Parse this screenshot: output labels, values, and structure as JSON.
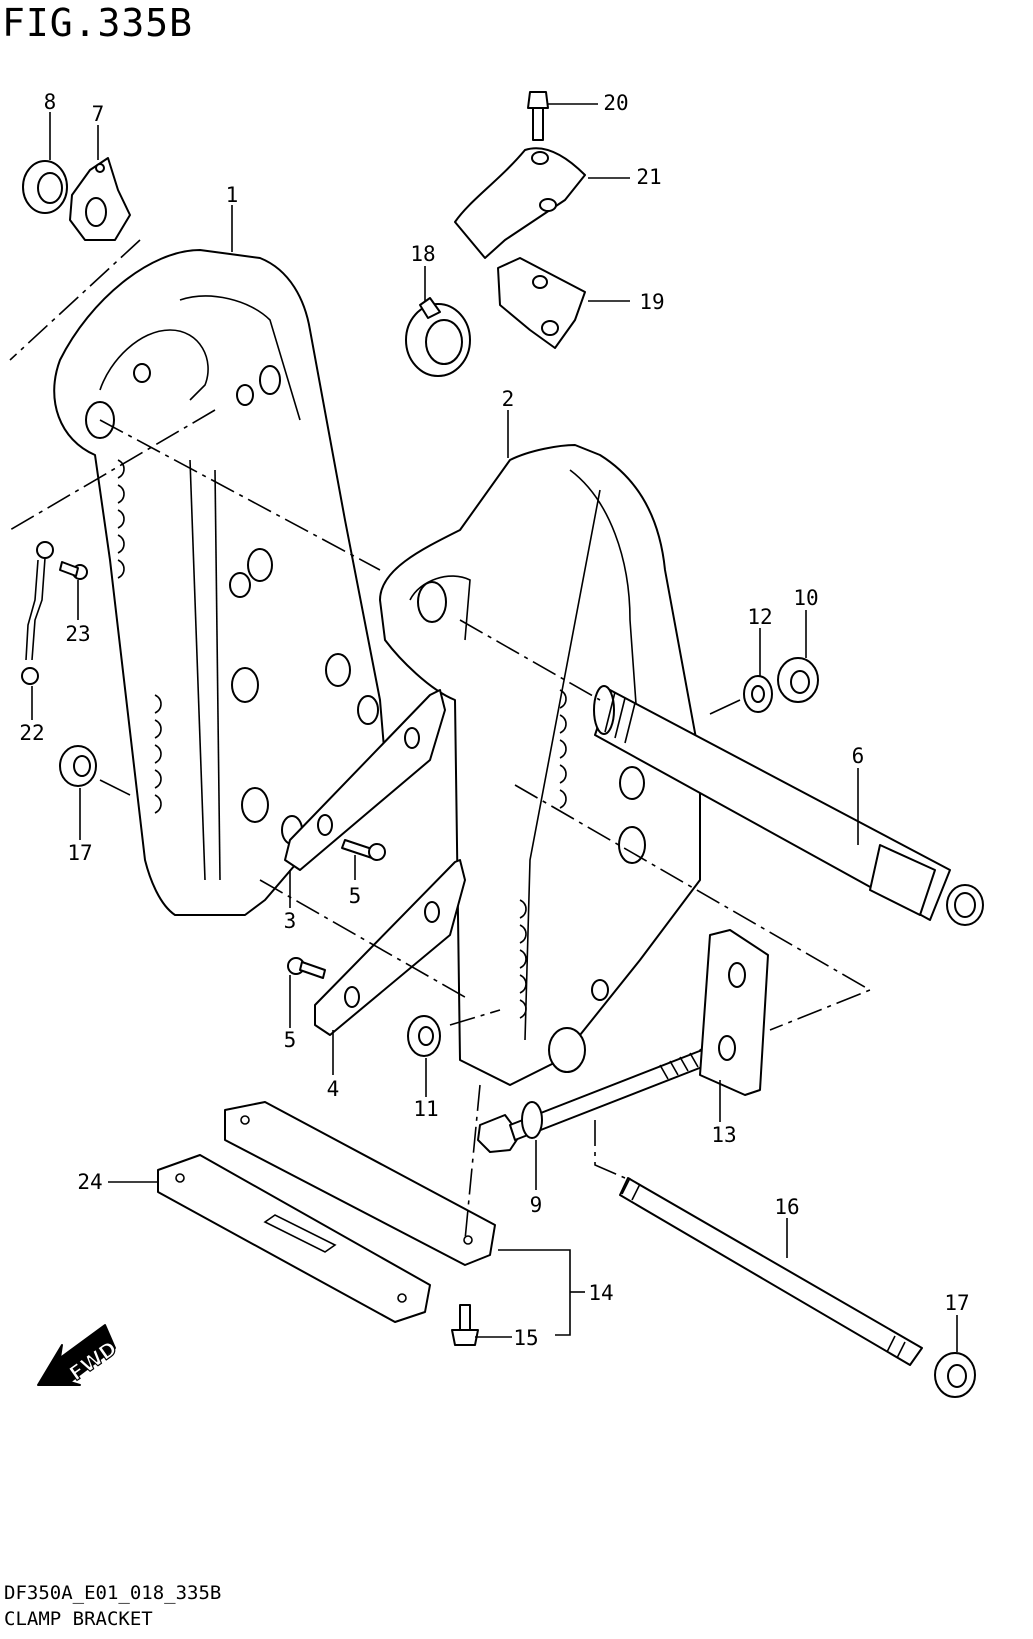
{
  "figure": {
    "title": "FIG.335B",
    "model_code": "DF350A_E01_018_335B",
    "name": "CLAMP BRACKET",
    "direction_label": "FWD"
  },
  "callouts": [
    {
      "id": "c1",
      "label": "1"
    },
    {
      "id": "c2",
      "label": "2"
    },
    {
      "id": "c3",
      "label": "3"
    },
    {
      "id": "c4",
      "label": "4"
    },
    {
      "id": "c5a",
      "label": "5"
    },
    {
      "id": "c5b",
      "label": "5"
    },
    {
      "id": "c6",
      "label": "6"
    },
    {
      "id": "c7",
      "label": "7"
    },
    {
      "id": "c8",
      "label": "8"
    },
    {
      "id": "c9",
      "label": "9"
    },
    {
      "id": "c10",
      "label": "10"
    },
    {
      "id": "c11",
      "label": "11"
    },
    {
      "id": "c12",
      "label": "12"
    },
    {
      "id": "c13",
      "label": "13"
    },
    {
      "id": "c14",
      "label": "14"
    },
    {
      "id": "c15",
      "label": "15"
    },
    {
      "id": "c16",
      "label": "16"
    },
    {
      "id": "c17a",
      "label": "17"
    },
    {
      "id": "c17b",
      "label": "17"
    },
    {
      "id": "c18",
      "label": "18"
    },
    {
      "id": "c19",
      "label": "19"
    },
    {
      "id": "c20",
      "label": "20"
    },
    {
      "id": "c21",
      "label": "21"
    },
    {
      "id": "c22",
      "label": "22"
    },
    {
      "id": "c23",
      "label": "23"
    },
    {
      "id": "c24",
      "label": "24"
    }
  ]
}
